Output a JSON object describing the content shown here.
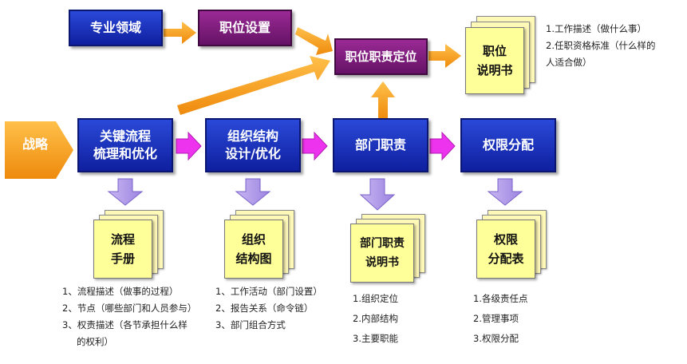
{
  "strategy_label": "战略",
  "top_boxes": {
    "domain": "专业领域",
    "position_setting": "职位设置",
    "positioning": "职位职责定位"
  },
  "main_boxes": {
    "process": [
      "关键流程",
      "梳理和优化"
    ],
    "org": [
      "组织结构",
      "设计/优化"
    ],
    "dept": "部门职责",
    "authority": "权限分配"
  },
  "docs": {
    "job_desc": [
      "职位",
      "说明书"
    ],
    "process_manual": [
      "流程",
      "手册"
    ],
    "org_chart": [
      "组织",
      "结构图"
    ],
    "dept_desc": [
      "部门职责",
      "说明书"
    ],
    "authority_table": [
      "权限",
      "分配表"
    ]
  },
  "notes": {
    "job_desc": [
      "1.工作描述（做什么事）",
      "2.任职资格标准（什么样的",
      "人适合做）"
    ],
    "process": [
      "1、流程描述（做事的过程）",
      "2、节点（哪些部门和人员参与）",
      "3、权责描述（各节承担什么样",
      "的权利）"
    ],
    "org": [
      "1、工作活动（部门设置）",
      "2、报告关系（命令链）",
      "3、部门组合方式"
    ],
    "dept": [
      "1.组织定位",
      "2.内部结构",
      "3.主要职能"
    ],
    "authority": [
      "1.各级责任点",
      "2.管理事项",
      "3.权限分配"
    ]
  },
  "colors": {
    "blue": "#1a2fc0",
    "purple": "#7a1a7a",
    "orange": "#f29b1d",
    "magenta": "#ee33ee",
    "lavender": "#b7a2ec",
    "doc_yellow": "#ffff99"
  }
}
